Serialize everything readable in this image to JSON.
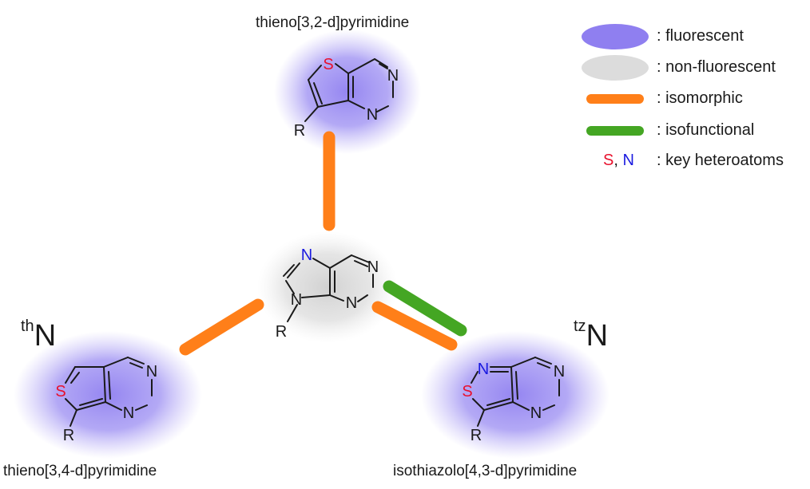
{
  "colors": {
    "fluorescent": "#8f7ff0",
    "non_fluorescent": "#dcdcdc",
    "isomorphic": "#ff7f19",
    "isofunctional": "#44a623",
    "sulfur": "#e8112d",
    "nitrogen": "#1a1ae0",
    "bond": "#1a1a1a"
  },
  "top_compound": {
    "name": "thieno[3,2-d]pyrimidine",
    "atoms": {
      "s": "S",
      "n1": "N",
      "n2": "N",
      "r": "R"
    }
  },
  "center_compound": {
    "atoms": {
      "n7": "N",
      "n9": "N",
      "n1": "N",
      "n3": "N",
      "r": "R"
    }
  },
  "left_compound": {
    "name": "thieno[3,4-d]pyrimidine",
    "code_sup": "th",
    "code_base": "N",
    "atoms": {
      "s": "S",
      "n1": "N",
      "n2": "N",
      "r": "R"
    }
  },
  "right_compound": {
    "name": "isothiazolo[4,3-d]pyrimidine",
    "code_sup": "tz",
    "code_base": "N",
    "atoms": {
      "s": "S",
      "n_iso": "N",
      "n1": "N",
      "n2": "N",
      "r": "R"
    }
  },
  "legend": {
    "fluorescent": ": fluorescent",
    "non_fluorescent": ": non-fluorescent",
    "isomorphic": ": isomorphic",
    "isofunctional": ": isofunctional",
    "key_s": "S",
    "key_comma": ",",
    "key_n": "N",
    "key_heteroatoms": ": key heteroatoms"
  }
}
